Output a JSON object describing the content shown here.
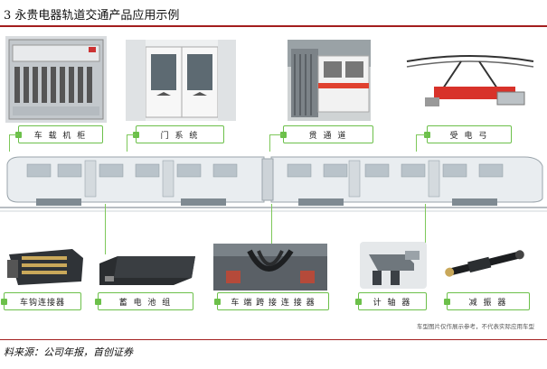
{
  "figure": {
    "title": "3 永贵电器轨道交通产品应用示例",
    "note": "车型图片仅作展示参考，不代表实际应用车型",
    "source": "料来源：公司年报，首创证券"
  },
  "top_labels": [
    "车 载 机 柜",
    "门 系 统",
    "贯 通 道",
    "受 电 弓"
  ],
  "bottom_labels": [
    "车钩连接器",
    "蓄 电 池 组",
    "车 端 跨 接 连 接 器",
    "计 轴 器",
    "减 振 器"
  ],
  "colors": {
    "accent_red": "#a31e1e",
    "label_green": "#6cc04a"
  }
}
